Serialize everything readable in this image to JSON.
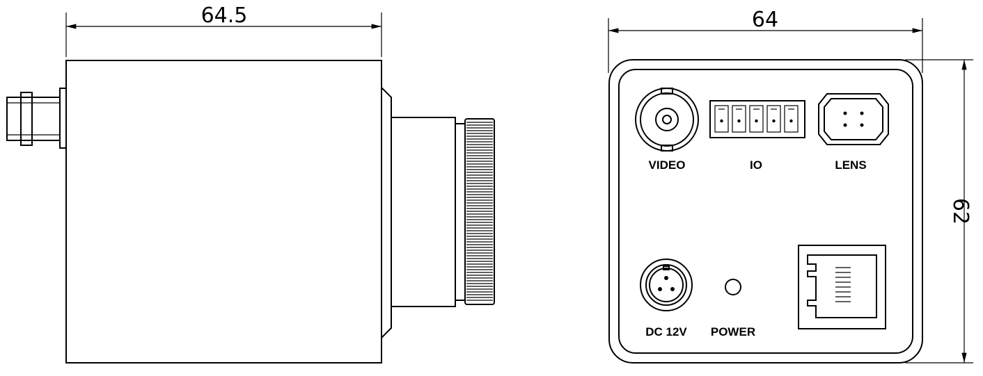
{
  "side_view": {
    "width_dimension": "64.5"
  },
  "rear_view": {
    "width_dimension": "64",
    "height_dimension": "62",
    "connectors": {
      "video_label": "VIDEO",
      "io_label": "IO",
      "lens_label": "LENS",
      "dc_label": "DC 12V",
      "power_label": "POWER"
    }
  }
}
